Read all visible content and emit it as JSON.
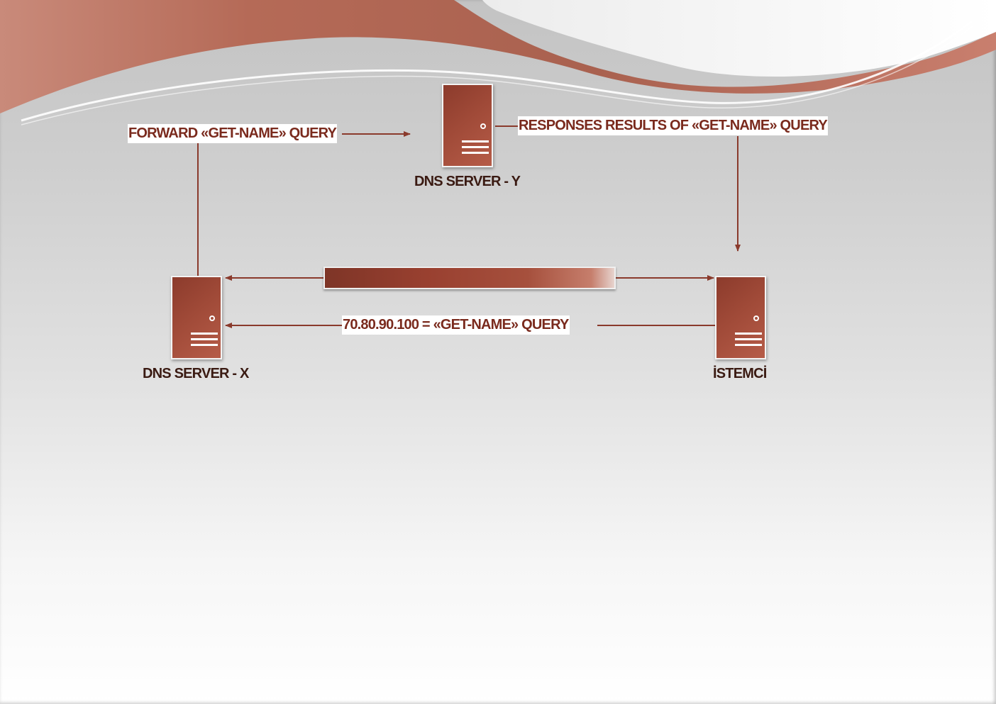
{
  "theme": {
    "accent": "#9a4433",
    "line_color": "#8a3a2c",
    "text_color": "#7a2a1d"
  },
  "nodes": {
    "dns_y": {
      "caption": "DNS SERVER - Y",
      "icon": "server-icon"
    },
    "dns_x": {
      "caption": "DNS SERVER - X",
      "icon": "server-icon"
    },
    "client": {
      "caption": "İSTEMCİ",
      "icon": "server-icon"
    }
  },
  "edges": {
    "forward": {
      "label": "FORWARD «GET-NAME» QUERY"
    },
    "responses": {
      "label": "RESPONSES RESULTS OF «GET-NAME» QUERY"
    },
    "query": {
      "label": "70.80.90.100 = «GET-NAME» QUERY"
    },
    "response_bar": {
      "label": ""
    }
  }
}
